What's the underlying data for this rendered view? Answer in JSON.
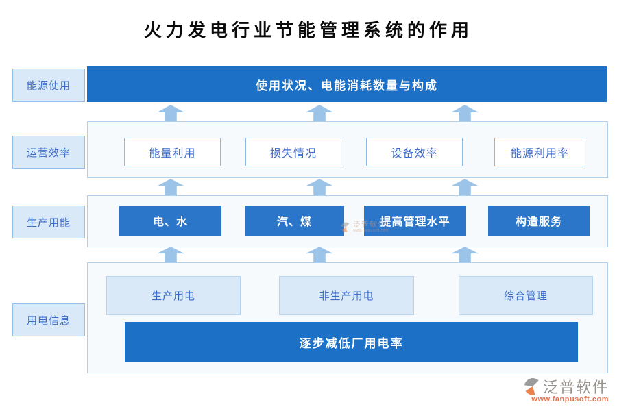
{
  "title": "火力发电行业节能管理系统的作用",
  "rows": {
    "energy_use": {
      "label": "能源使用",
      "bar": "使用状况、电能消耗数量与构成"
    },
    "operation_efficiency": {
      "label": "运营效率",
      "items": [
        "能量利用",
        "损失情况",
        "设备效率",
        "能源利用率"
      ]
    },
    "production_energy": {
      "label": "生产用能",
      "items": [
        "电、水",
        "汽、煤",
        "提高管理水平",
        "构造服务"
      ]
    },
    "electricity_info": {
      "label": "用电信息",
      "items": [
        "生产用电",
        "非生产用电",
        "综合管理"
      ],
      "bar": "逐步减低厂用电率"
    }
  },
  "watermark": {
    "text": "泛普软件",
    "subtext": "www.fanpusoft.com"
  },
  "brand": {
    "name": "泛普软件",
    "url": "www.fanpusoft.com"
  },
  "colors": {
    "primary_blue": "#1C70C6",
    "box_blue": "#2B76C8",
    "light_blue_bg": "#D9E9F8",
    "container_bg": "#F7FAFD",
    "arrow_blue": "#9CC4E8",
    "text_blue": "#3D6CC8",
    "brand_gray": "#97918C",
    "brand_orange": "#E2764F"
  }
}
